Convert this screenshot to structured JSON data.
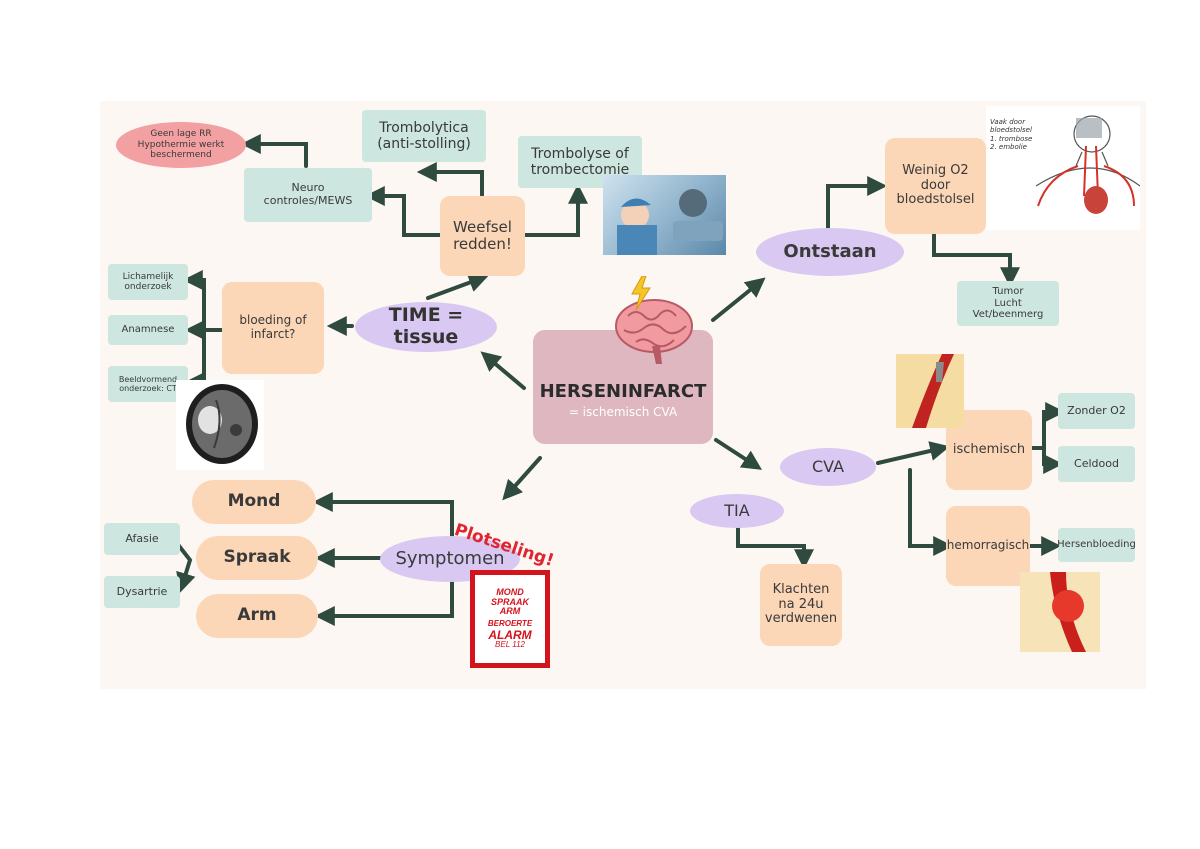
{
  "center": {
    "title": "HERSENINFARCT",
    "subtitle": "= ischemisch CVA"
  },
  "time": {
    "label": "TIME =\ntissue",
    "weefsel": "Weefsel\nredden!",
    "trombolytica": "Trombolytica\n(anti-stolling)",
    "trombolyse": "Trombolyse of\ntrombectomie",
    "neuro": "Neuro\ncontroles/MEWS",
    "geen_lage": "Geen lage RR\nHypothermie werkt\nbeschermend",
    "bloeding": "bloeding of\ninfarct?",
    "lichamelijk": "Lichamelijk\nonderzoek",
    "anamnese": "Anamnese",
    "beeldvormend": "Beeldvormend\nonderzoek: CT"
  },
  "ontstaan": {
    "label": "Ontstaan",
    "weinig": "Weinig O2\ndoor\nbloedstolsel",
    "tumor": "Tumor\nLucht\nVet/beenmerg",
    "sketch_note": "Vaak door\nbloedstolsel\n1. trombose\n2. embolie"
  },
  "cva": {
    "label": "CVA",
    "ischemisch": "ischemisch",
    "zonder": "Zonder O2",
    "celdood": "Celdood",
    "hemorragisch": "hemorragisch",
    "hersenbloeding": "Hersenbloeding"
  },
  "tia": {
    "label": "TIA",
    "klachten": "Klachten\nna 24u\nverdwenen"
  },
  "symptomen": {
    "label": "Symptomen",
    "plotseling": "Plotseling!",
    "mond": "Mond",
    "spraak": "Spraak",
    "arm": "Arm",
    "afasie": "Afasie",
    "dysartrie": "Dysartrie",
    "alarm_mond": "MOND",
    "alarm_spraak": "SPRAAK",
    "alarm_arm": "ARM",
    "alarm_beroerte": "BEROERTE",
    "alarm_alarm": "ALARM",
    "alarm_bel": "BEL 112"
  },
  "colors": {
    "mint": "#cde6df",
    "peach": "#fbd6b7",
    "lavender": "#d9c9f2",
    "center": "#deb7c0",
    "pink": "#f3a0a2",
    "arrow": "#2f4a3f",
    "alarm_red": "#d4141c"
  }
}
